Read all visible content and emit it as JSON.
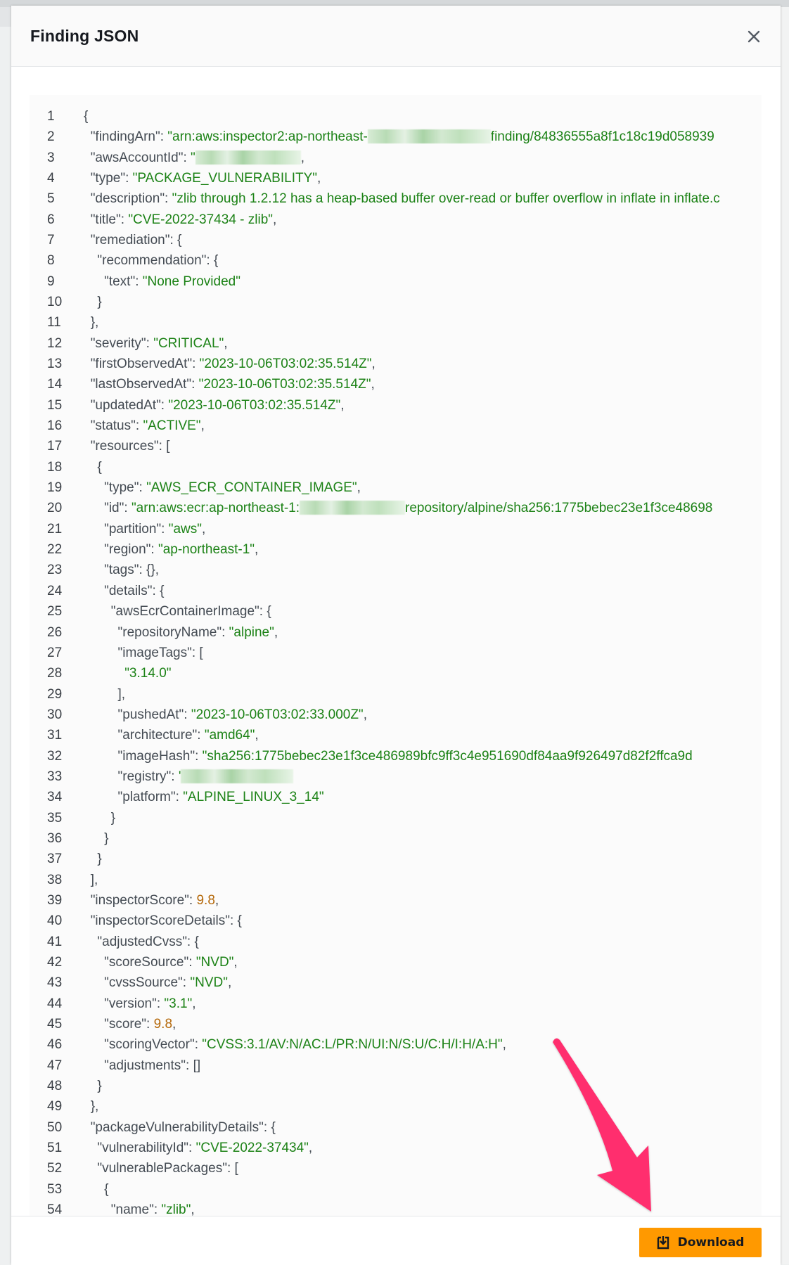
{
  "modal": {
    "title": "Finding JSON",
    "close_icon": "close-icon",
    "footer": {
      "download_label": "Download",
      "download_icon": "download-icon",
      "download_color": "#ff9900"
    }
  },
  "colors": {
    "key": "#444b53",
    "string": "#1c8216",
    "number": "#b5690b",
    "annotation_arrow": "#ff2d6e"
  },
  "code_lines": [
    {
      "n": "1",
      "indent": 0,
      "tokens": [
        {
          "t": "p",
          "v": "{"
        }
      ]
    },
    {
      "n": "2",
      "indent": 1,
      "tokens": [
        {
          "t": "key",
          "v": "\"findingArn\": "
        },
        {
          "t": "str",
          "v": "\"arn:aws:inspector2:ap-northeast-"
        },
        {
          "t": "redact",
          "w": 175
        },
        {
          "t": "str",
          "v": "finding/84836555a8f1c18c19d058939"
        }
      ]
    },
    {
      "n": "3",
      "indent": 1,
      "tokens": [
        {
          "t": "key",
          "v": "\"awsAccountId\": "
        },
        {
          "t": "str",
          "v": "\""
        },
        {
          "t": "redact",
          "w": 150
        },
        {
          "t": "p",
          "v": ","
        }
      ]
    },
    {
      "n": "4",
      "indent": 1,
      "tokens": [
        {
          "t": "key",
          "v": "\"type\": "
        },
        {
          "t": "str",
          "v": "\"PACKAGE_VULNERABILITY\""
        },
        {
          "t": "p",
          "v": ","
        }
      ]
    },
    {
      "n": "5",
      "indent": 1,
      "tokens": [
        {
          "t": "key",
          "v": "\"description\": "
        },
        {
          "t": "str",
          "v": "\"zlib through 1.2.12 has a heap-based buffer over-read or buffer overflow in inflate in inflate.c"
        }
      ]
    },
    {
      "n": "6",
      "indent": 1,
      "tokens": [
        {
          "t": "key",
          "v": "\"title\": "
        },
        {
          "t": "str",
          "v": "\"CVE-2022-37434 - zlib\""
        },
        {
          "t": "p",
          "v": ","
        }
      ]
    },
    {
      "n": "7",
      "indent": 1,
      "tokens": [
        {
          "t": "key",
          "v": "\"remediation\": {"
        }
      ]
    },
    {
      "n": "8",
      "indent": 2,
      "tokens": [
        {
          "t": "key",
          "v": "\"recommendation\": {"
        }
      ]
    },
    {
      "n": "9",
      "indent": 3,
      "tokens": [
        {
          "t": "key",
          "v": "\"text\": "
        },
        {
          "t": "str",
          "v": "\"None Provided\""
        }
      ]
    },
    {
      "n": "10",
      "indent": 2,
      "tokens": [
        {
          "t": "p",
          "v": "}"
        }
      ]
    },
    {
      "n": "11",
      "indent": 1,
      "tokens": [
        {
          "t": "p",
          "v": "},"
        }
      ]
    },
    {
      "n": "12",
      "indent": 1,
      "tokens": [
        {
          "t": "key",
          "v": "\"severity\": "
        },
        {
          "t": "str",
          "v": "\"CRITICAL\""
        },
        {
          "t": "p",
          "v": ","
        }
      ]
    },
    {
      "n": "13",
      "indent": 1,
      "tokens": [
        {
          "t": "key",
          "v": "\"firstObservedAt\": "
        },
        {
          "t": "str",
          "v": "\"2023-10-06T03:02:35.514Z\""
        },
        {
          "t": "p",
          "v": ","
        }
      ]
    },
    {
      "n": "14",
      "indent": 1,
      "tokens": [
        {
          "t": "key",
          "v": "\"lastObservedAt\": "
        },
        {
          "t": "str",
          "v": "\"2023-10-06T03:02:35.514Z\""
        },
        {
          "t": "p",
          "v": ","
        }
      ]
    },
    {
      "n": "15",
      "indent": 1,
      "tokens": [
        {
          "t": "key",
          "v": "\"updatedAt\": "
        },
        {
          "t": "str",
          "v": "\"2023-10-06T03:02:35.514Z\""
        },
        {
          "t": "p",
          "v": ","
        }
      ]
    },
    {
      "n": "16",
      "indent": 1,
      "tokens": [
        {
          "t": "key",
          "v": "\"status\": "
        },
        {
          "t": "str",
          "v": "\"ACTIVE\""
        },
        {
          "t": "p",
          "v": ","
        }
      ]
    },
    {
      "n": "17",
      "indent": 1,
      "tokens": [
        {
          "t": "key",
          "v": "\"resources\": ["
        }
      ]
    },
    {
      "n": "18",
      "indent": 2,
      "tokens": [
        {
          "t": "p",
          "v": "{"
        }
      ]
    },
    {
      "n": "19",
      "indent": 3,
      "tokens": [
        {
          "t": "key",
          "v": "\"type\": "
        },
        {
          "t": "str",
          "v": "\"AWS_ECR_CONTAINER_IMAGE\""
        },
        {
          "t": "p",
          "v": ","
        }
      ]
    },
    {
      "n": "20",
      "indent": 3,
      "tokens": [
        {
          "t": "key",
          "v": "\"id\": "
        },
        {
          "t": "str",
          "v": "\"arn:aws:ecr:ap-northeast-1:"
        },
        {
          "t": "redact",
          "w": 150
        },
        {
          "t": "str",
          "v": "repository/alpine/sha256:1775bebec23e1f3ce48698"
        }
      ]
    },
    {
      "n": "21",
      "indent": 3,
      "tokens": [
        {
          "t": "key",
          "v": "\"partition\": "
        },
        {
          "t": "str",
          "v": "\"aws\""
        },
        {
          "t": "p",
          "v": ","
        }
      ]
    },
    {
      "n": "22",
      "indent": 3,
      "tokens": [
        {
          "t": "key",
          "v": "\"region\": "
        },
        {
          "t": "str",
          "v": "\"ap-northeast-1\""
        },
        {
          "t": "p",
          "v": ","
        }
      ]
    },
    {
      "n": "23",
      "indent": 3,
      "tokens": [
        {
          "t": "key",
          "v": "\"tags\": {},"
        }
      ]
    },
    {
      "n": "24",
      "indent": 3,
      "tokens": [
        {
          "t": "key",
          "v": "\"details\": {"
        }
      ]
    },
    {
      "n": "25",
      "indent": 4,
      "tokens": [
        {
          "t": "key",
          "v": "\"awsEcrContainerImage\": {"
        }
      ]
    },
    {
      "n": "26",
      "indent": 5,
      "tokens": [
        {
          "t": "key",
          "v": "\"repositoryName\": "
        },
        {
          "t": "str",
          "v": "\"alpine\""
        },
        {
          "t": "p",
          "v": ","
        }
      ]
    },
    {
      "n": "27",
      "indent": 5,
      "tokens": [
        {
          "t": "key",
          "v": "\"imageTags\": ["
        }
      ]
    },
    {
      "n": "28",
      "indent": 6,
      "tokens": [
        {
          "t": "str",
          "v": "\"3.14.0\""
        }
      ]
    },
    {
      "n": "29",
      "indent": 5,
      "tokens": [
        {
          "t": "p",
          "v": "],"
        }
      ]
    },
    {
      "n": "30",
      "indent": 5,
      "tokens": [
        {
          "t": "key",
          "v": "\"pushedAt\": "
        },
        {
          "t": "str",
          "v": "\"2023-10-06T03:02:33.000Z\""
        },
        {
          "t": "p",
          "v": ","
        }
      ]
    },
    {
      "n": "31",
      "indent": 5,
      "tokens": [
        {
          "t": "key",
          "v": "\"architecture\": "
        },
        {
          "t": "str",
          "v": "\"amd64\""
        },
        {
          "t": "p",
          "v": ","
        }
      ]
    },
    {
      "n": "32",
      "indent": 5,
      "tokens": [
        {
          "t": "key",
          "v": "\"imageHash\": "
        },
        {
          "t": "str",
          "v": "\"sha256:1775bebec23e1f3ce486989bfc9ff3c4e951690df84aa9f926497d82f2ffca9d"
        }
      ]
    },
    {
      "n": "33",
      "indent": 5,
      "tokens": [
        {
          "t": "key",
          "v": "\"registry\": "
        },
        {
          "t": "str",
          "v": "'"
        },
        {
          "t": "redact",
          "w": 160
        }
      ]
    },
    {
      "n": "34",
      "indent": 5,
      "tokens": [
        {
          "t": "key",
          "v": "\"platform\": "
        },
        {
          "t": "str",
          "v": "\"ALPINE_LINUX_3_14\""
        }
      ]
    },
    {
      "n": "35",
      "indent": 4,
      "tokens": [
        {
          "t": "p",
          "v": "}"
        }
      ]
    },
    {
      "n": "36",
      "indent": 3,
      "tokens": [
        {
          "t": "p",
          "v": "}"
        }
      ]
    },
    {
      "n": "37",
      "indent": 2,
      "tokens": [
        {
          "t": "p",
          "v": "}"
        }
      ]
    },
    {
      "n": "38",
      "indent": 1,
      "tokens": [
        {
          "t": "p",
          "v": "],"
        }
      ]
    },
    {
      "n": "39",
      "indent": 1,
      "tokens": [
        {
          "t": "key",
          "v": "\"inspectorScore\": "
        },
        {
          "t": "num",
          "v": "9.8"
        },
        {
          "t": "p",
          "v": ","
        }
      ]
    },
    {
      "n": "40",
      "indent": 1,
      "tokens": [
        {
          "t": "key",
          "v": "\"inspectorScoreDetails\": {"
        }
      ]
    },
    {
      "n": "41",
      "indent": 2,
      "tokens": [
        {
          "t": "key",
          "v": "\"adjustedCvss\": {"
        }
      ]
    },
    {
      "n": "42",
      "indent": 3,
      "tokens": [
        {
          "t": "key",
          "v": "\"scoreSource\": "
        },
        {
          "t": "str",
          "v": "\"NVD\""
        },
        {
          "t": "p",
          "v": ","
        }
      ]
    },
    {
      "n": "43",
      "indent": 3,
      "tokens": [
        {
          "t": "key",
          "v": "\"cvssSource\": "
        },
        {
          "t": "str",
          "v": "\"NVD\""
        },
        {
          "t": "p",
          "v": ","
        }
      ]
    },
    {
      "n": "44",
      "indent": 3,
      "tokens": [
        {
          "t": "key",
          "v": "\"version\": "
        },
        {
          "t": "str",
          "v": "\"3.1\""
        },
        {
          "t": "p",
          "v": ","
        }
      ]
    },
    {
      "n": "45",
      "indent": 3,
      "tokens": [
        {
          "t": "key",
          "v": "\"score\": "
        },
        {
          "t": "num",
          "v": "9.8"
        },
        {
          "t": "p",
          "v": ","
        }
      ]
    },
    {
      "n": "46",
      "indent": 3,
      "tokens": [
        {
          "t": "key",
          "v": "\"scoringVector\": "
        },
        {
          "t": "str",
          "v": "\"CVSS:3.1/AV:N/AC:L/PR:N/UI:N/S:U/C:H/I:H/A:H\""
        },
        {
          "t": "p",
          "v": ","
        }
      ]
    },
    {
      "n": "47",
      "indent": 3,
      "tokens": [
        {
          "t": "key",
          "v": "\"adjustments\": []"
        }
      ]
    },
    {
      "n": "48",
      "indent": 2,
      "tokens": [
        {
          "t": "p",
          "v": "}"
        }
      ]
    },
    {
      "n": "49",
      "indent": 1,
      "tokens": [
        {
          "t": "p",
          "v": "},"
        }
      ]
    },
    {
      "n": "50",
      "indent": 1,
      "tokens": [
        {
          "t": "key",
          "v": "\"packageVulnerabilityDetails\": {"
        }
      ]
    },
    {
      "n": "51",
      "indent": 2,
      "tokens": [
        {
          "t": "key",
          "v": "\"vulnerabilityId\": "
        },
        {
          "t": "str",
          "v": "\"CVE-2022-37434\""
        },
        {
          "t": "p",
          "v": ","
        }
      ]
    },
    {
      "n": "52",
      "indent": 2,
      "tokens": [
        {
          "t": "key",
          "v": "\"vulnerablePackages\": ["
        }
      ]
    },
    {
      "n": "53",
      "indent": 3,
      "tokens": [
        {
          "t": "p",
          "v": "{"
        }
      ]
    },
    {
      "n": "54",
      "indent": 4,
      "tokens": [
        {
          "t": "key",
          "v": "\"name\": "
        },
        {
          "t": "str",
          "v": "\"zlib\""
        },
        {
          "t": "p",
          "v": ","
        }
      ]
    }
  ]
}
